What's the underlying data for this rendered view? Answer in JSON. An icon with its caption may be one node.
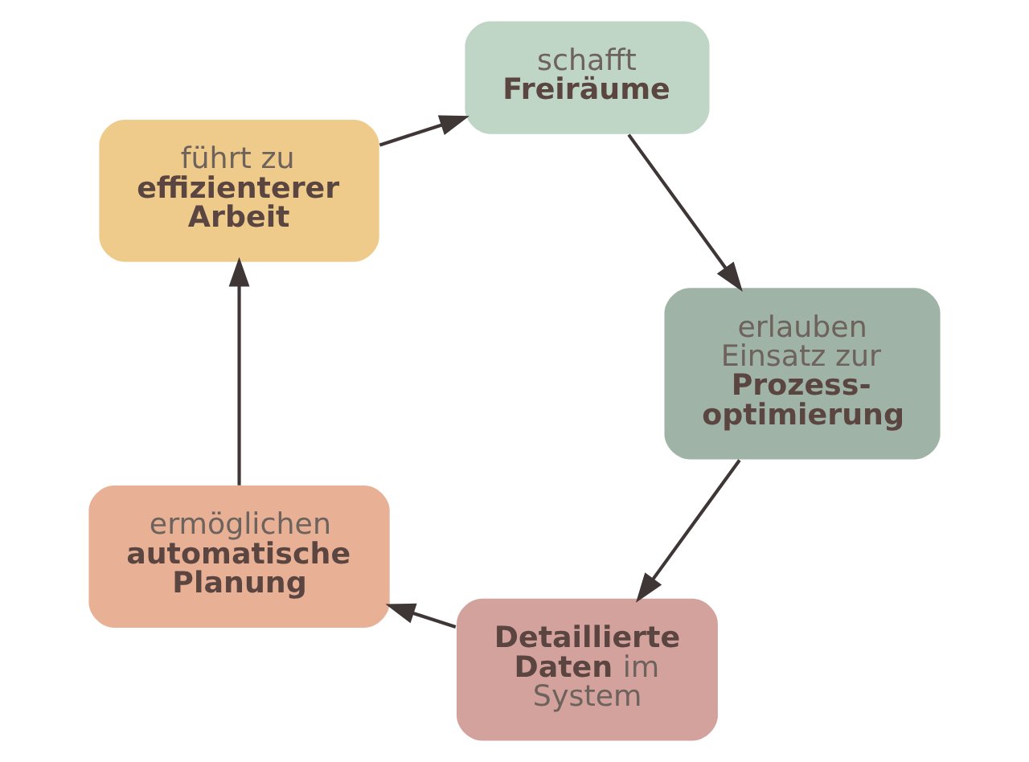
{
  "diagram": {
    "nodes": [
      {
        "text": [
          "**Detaillierte Daten** im System"
        ]
      },
      {
        "text": [
          "ermöglichen **automatische Planung**"
        ]
      },
      {
        "text": [
          "führt zu **effizienterer Arbeit**"
        ]
      },
      {
        "text": [
          "schafft **Freiräume**"
        ]
      },
      {
        "text": [
          "erlauben Einsatz zur **Prozess- optimierung**"
        ]
      }
    ],
    "edges": [
      {
        "from": 0,
        "to": 1,
        "arrow": "to"
      },
      {
        "from": 1,
        "to": 2,
        "arrow": "to"
      },
      {
        "from": 2,
        "to": 3,
        "arrow": "to"
      },
      {
        "from": 3,
        "to": 4,
        "arrow": "to"
      },
      {
        "from": 4,
        "to": 0,
        "arrow": "to"
      }
    ]
  }
}
